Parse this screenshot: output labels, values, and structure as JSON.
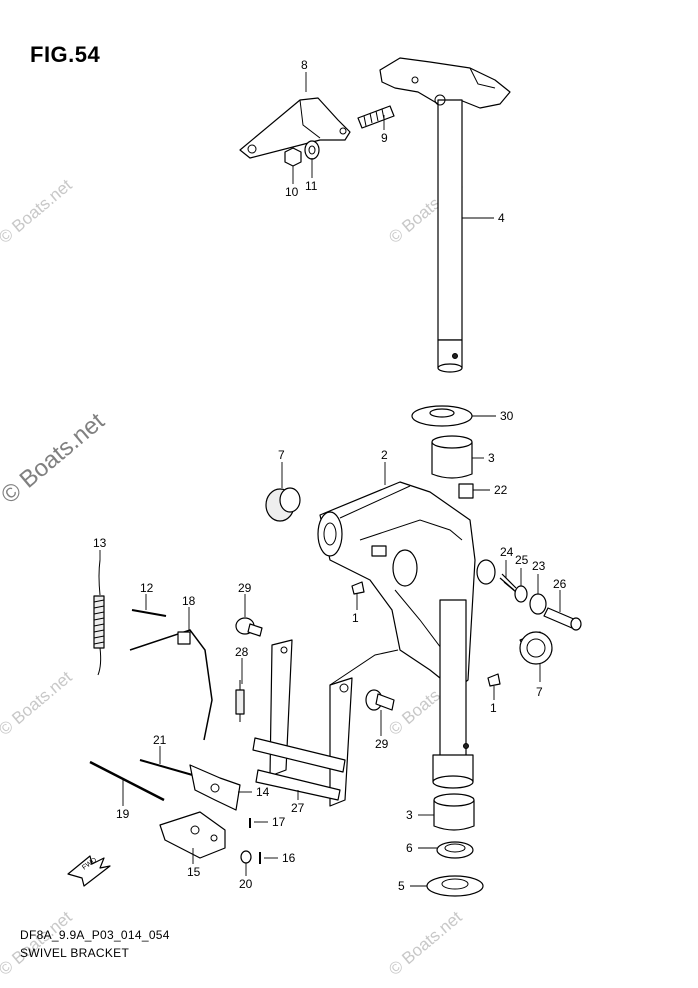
{
  "figure": {
    "title": "FIG.54",
    "drawing_code": "DF8A_9.9A_P03_014_054",
    "drawing_name": "SWIVEL BRACKET"
  },
  "watermark": {
    "text": "© Boats.net"
  },
  "callouts": {
    "c1a": "1",
    "c1b": "1",
    "c2": "2",
    "c3a": "3",
    "c3b": "3",
    "c4": "4",
    "c5": "5",
    "c6": "6",
    "c7a": "7",
    "c7b": "7",
    "c8": "8",
    "c9": "9",
    "c10": "10",
    "c11": "11",
    "c12": "12",
    "c13": "13",
    "c14": "14",
    "c15": "15",
    "c16": "16",
    "c17": "17",
    "c18": "18",
    "c19": "19",
    "c20": "20",
    "c21": "21",
    "c22": "22",
    "c23": "23",
    "c24": "24",
    "c25": "25",
    "c26": "26",
    "c27": "27",
    "c28": "28",
    "c29a": "29",
    "c29b": "29",
    "c30": "30"
  },
  "fwd_marker": {
    "label": "FWD"
  }
}
